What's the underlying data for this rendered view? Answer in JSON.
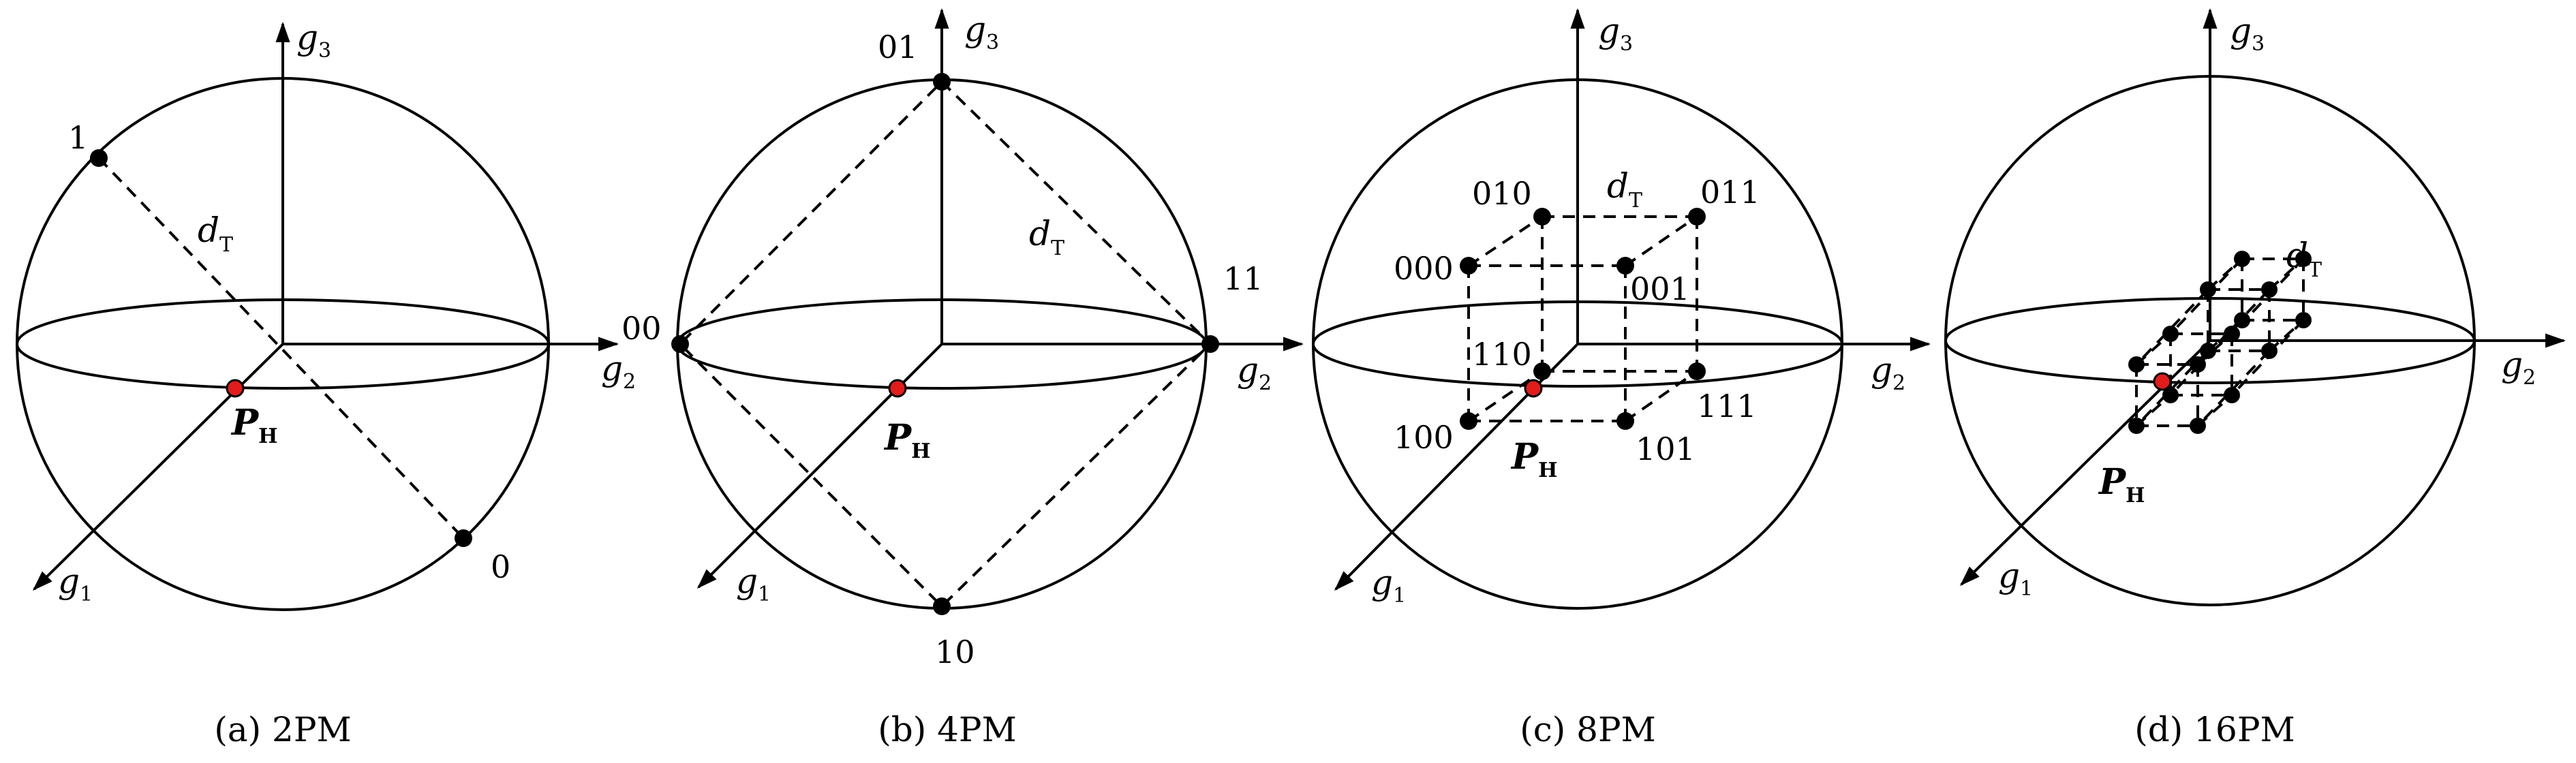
{
  "panels": [
    {
      "id": "a",
      "caption": "(a) 2PM",
      "axes": {
        "g1": "g",
        "g1_sub": "1",
        "g2": "g",
        "g2_sub": "2",
        "g3": "g",
        "g3_sub": "3"
      },
      "distance_label": "d",
      "distance_sub": "T",
      "origin_label": "P",
      "origin_sub": "H",
      "points": [
        "1",
        "0"
      ]
    },
    {
      "id": "b",
      "caption": "(b) 4PM",
      "axes": {
        "g1": "g",
        "g1_sub": "1",
        "g2": "g",
        "g2_sub": "2",
        "g3": "g",
        "g3_sub": "3"
      },
      "distance_label": "d",
      "distance_sub": "T",
      "origin_label": "P",
      "origin_sub": "H",
      "points": [
        "01",
        "00",
        "11",
        "10"
      ]
    },
    {
      "id": "c",
      "caption": "(c) 8PM",
      "axes": {
        "g1": "g",
        "g1_sub": "1",
        "g2": "g",
        "g2_sub": "2",
        "g3": "g",
        "g3_sub": "3"
      },
      "distance_label": "d",
      "distance_sub": "T",
      "origin_label": "P",
      "origin_sub": "H",
      "points": [
        "010",
        "011",
        "000",
        "001",
        "110",
        "111",
        "100",
        "101"
      ]
    },
    {
      "id": "d",
      "caption": "(d) 16PM",
      "axes": {
        "g1": "g",
        "g1_sub": "1",
        "g2": "g",
        "g2_sub": "2",
        "g3": "g",
        "g3_sub": "3"
      },
      "distance_label": "d",
      "distance_sub": "T",
      "origin_label": "P",
      "origin_sub": "H",
      "points": []
    }
  ],
  "colors": {
    "origin_point": "#e21b1b",
    "line": "#000000"
  }
}
